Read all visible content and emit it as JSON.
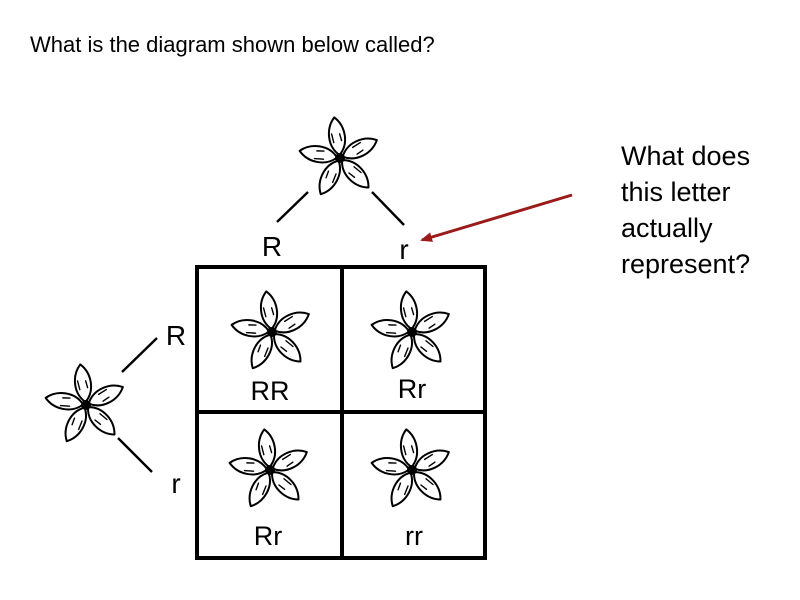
{
  "question": "What is the diagram shown below called?",
  "callout": {
    "lines": [
      "What does",
      "this letter",
      "actually",
      "represent?"
    ],
    "arrow_color": "#9b1b1b"
  },
  "parent_top": {
    "gametes": [
      "R",
      "r"
    ]
  },
  "parent_left": {
    "gametes": [
      "R",
      "r"
    ]
  },
  "grid": {
    "cells": [
      {
        "genotype": "RR"
      },
      {
        "genotype": "Rr"
      },
      {
        "genotype": "Rr"
      },
      {
        "genotype": "rr"
      }
    ]
  },
  "icons": {
    "flower": "flower-icon",
    "arrow": "arrow-icon"
  }
}
